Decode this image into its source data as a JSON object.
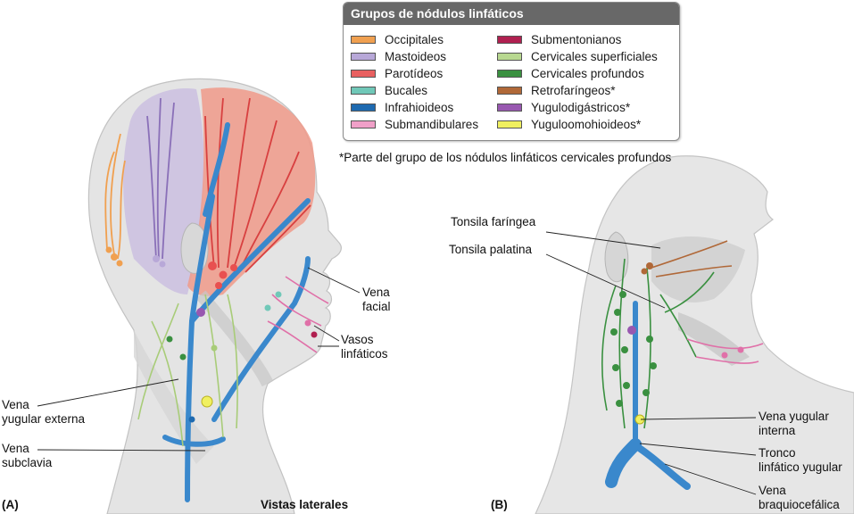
{
  "legend": {
    "title": "Grupos de nódulos linfáticos",
    "left": [
      {
        "label": "Occipitales",
        "color": "#f0a050"
      },
      {
        "label": "Mastoideos",
        "color": "#b8a8d8"
      },
      {
        "label": "Parotídeos",
        "color": "#e86060"
      },
      {
        "label": "Bucales",
        "color": "#70c8b8"
      },
      {
        "label": "Infrahioideos",
        "color": "#1e6ab0"
      },
      {
        "label": "Submandibulares",
        "color": "#f0a0c8"
      }
    ],
    "right": [
      {
        "label": "Submentonianos",
        "color": "#b02050"
      },
      {
        "label": "Cervicales superficiales",
        "color": "#b8d890"
      },
      {
        "label": "Cervicales profundos",
        "color": "#3a9040"
      },
      {
        "label": "Retrofaríngeos*",
        "color": "#b06838"
      },
      {
        "label": "Yugulodigástricos*",
        "color": "#9858b0"
      },
      {
        "label": "Yuguloomohioideos*",
        "color": "#f0f060"
      }
    ]
  },
  "footnote": "*Parte del grupo de los nódulos linfáticos cervicales profundos",
  "panel_a": {
    "tag": "(A)",
    "vena_facial": [
      "Vena",
      "facial"
    ],
    "vasos_linfaticos": [
      "Vasos",
      "linfáticos"
    ],
    "vena_yugular_externa": [
      "Vena",
      "yugular externa"
    ],
    "vena_subclavia": [
      "Vena",
      "subclavia"
    ]
  },
  "caption": "Vistas laterales",
  "panel_b": {
    "tag": "(B)",
    "tonsila_faringea": "Tonsila faríngea",
    "tonsila_palatina": "Tonsila palatina",
    "vena_yugular_interna": [
      "Vena yugular",
      "interna"
    ],
    "tronco_linfatico": [
      "Tronco",
      "linfático yugular"
    ],
    "vena_braquiocefalica": [
      "Vena",
      "braquiocefálica"
    ]
  }
}
